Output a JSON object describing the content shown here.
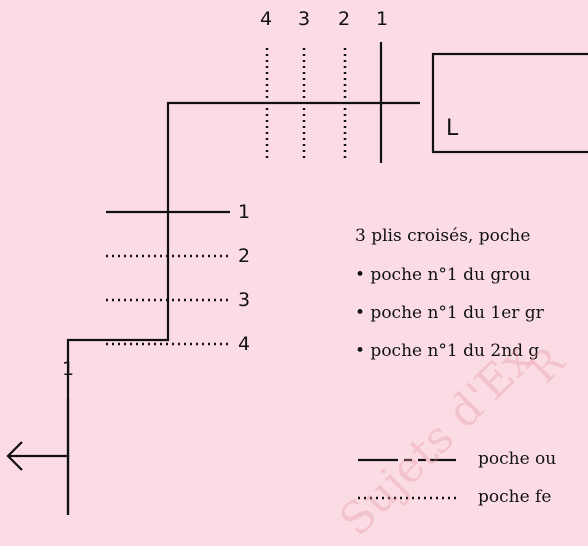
{
  "diagram": {
    "top_labels": [
      "4",
      "3",
      "2",
      "1"
    ],
    "side_labels": [
      "1",
      "2",
      "3",
      "4"
    ],
    "bottom_label": "1",
    "box_glyph": "L"
  },
  "legend": {
    "heading": "3 plis croisés, poche",
    "items": [
      "• poche n°1 du grou",
      "• poche n°1 du 1er gr",
      "• poche n°1 du 2nd g"
    ],
    "open_label": "poche ou",
    "closed_label": "poche fe"
  },
  "watermark": {
    "text": "Sujets d'Ex",
    "text2": "R"
  },
  "colors": {
    "background": "#fbdce5",
    "ink": "#111111",
    "watermark": "#e896a0"
  }
}
